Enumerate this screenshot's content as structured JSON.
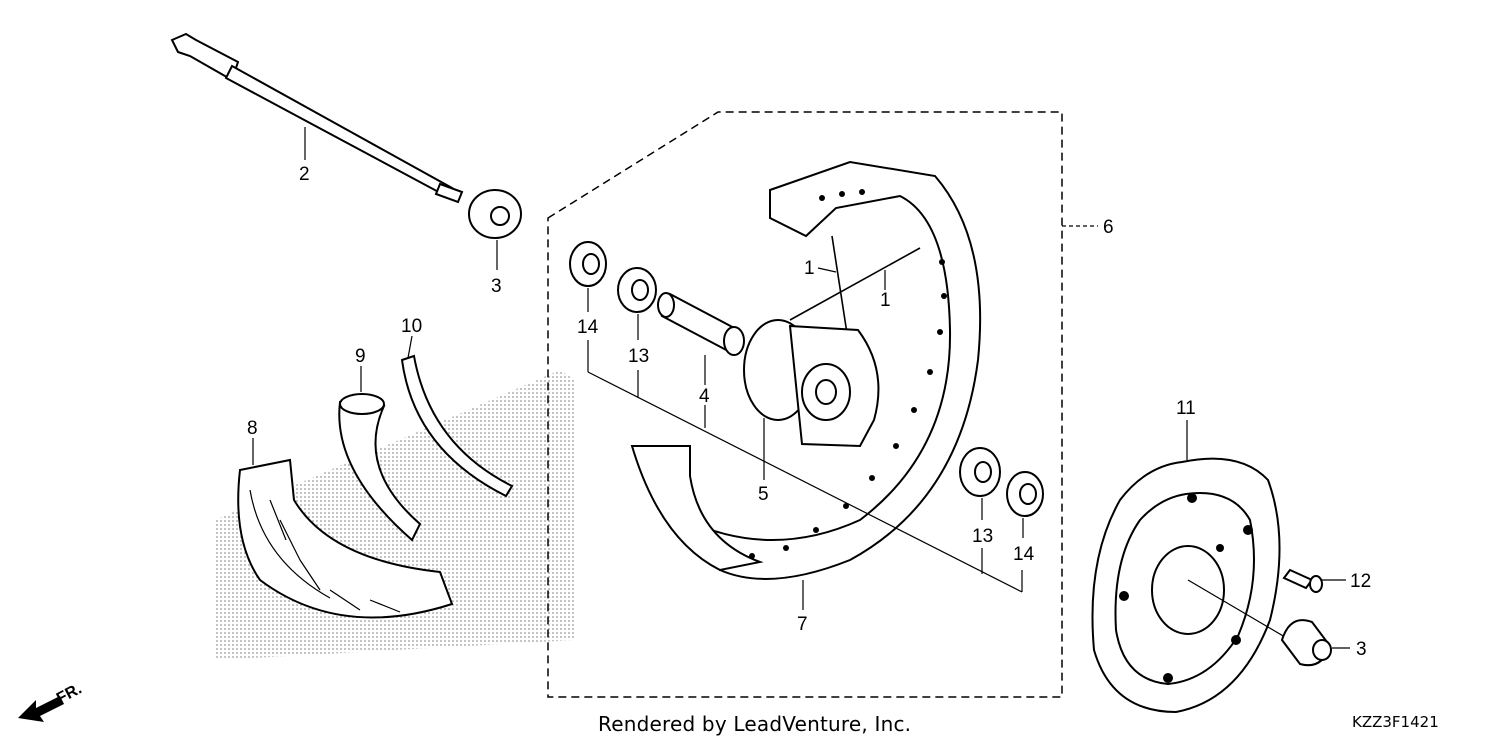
{
  "callouts": {
    "c1a": "1",
    "c1b": "1",
    "c2": "2",
    "c3a": "3",
    "c3b": "3",
    "c4": "4",
    "c5": "5",
    "c6": "6",
    "c7": "7",
    "c8": "8",
    "c9": "9",
    "c10": "10",
    "c11": "11",
    "c12": "12",
    "c13a": "13",
    "c13b": "13",
    "c14a": "14",
    "c14b": "14"
  },
  "direction": "FR.",
  "credit": "Rendered by LeadVenture, Inc.",
  "diagram_code": "KZZ3F1421"
}
